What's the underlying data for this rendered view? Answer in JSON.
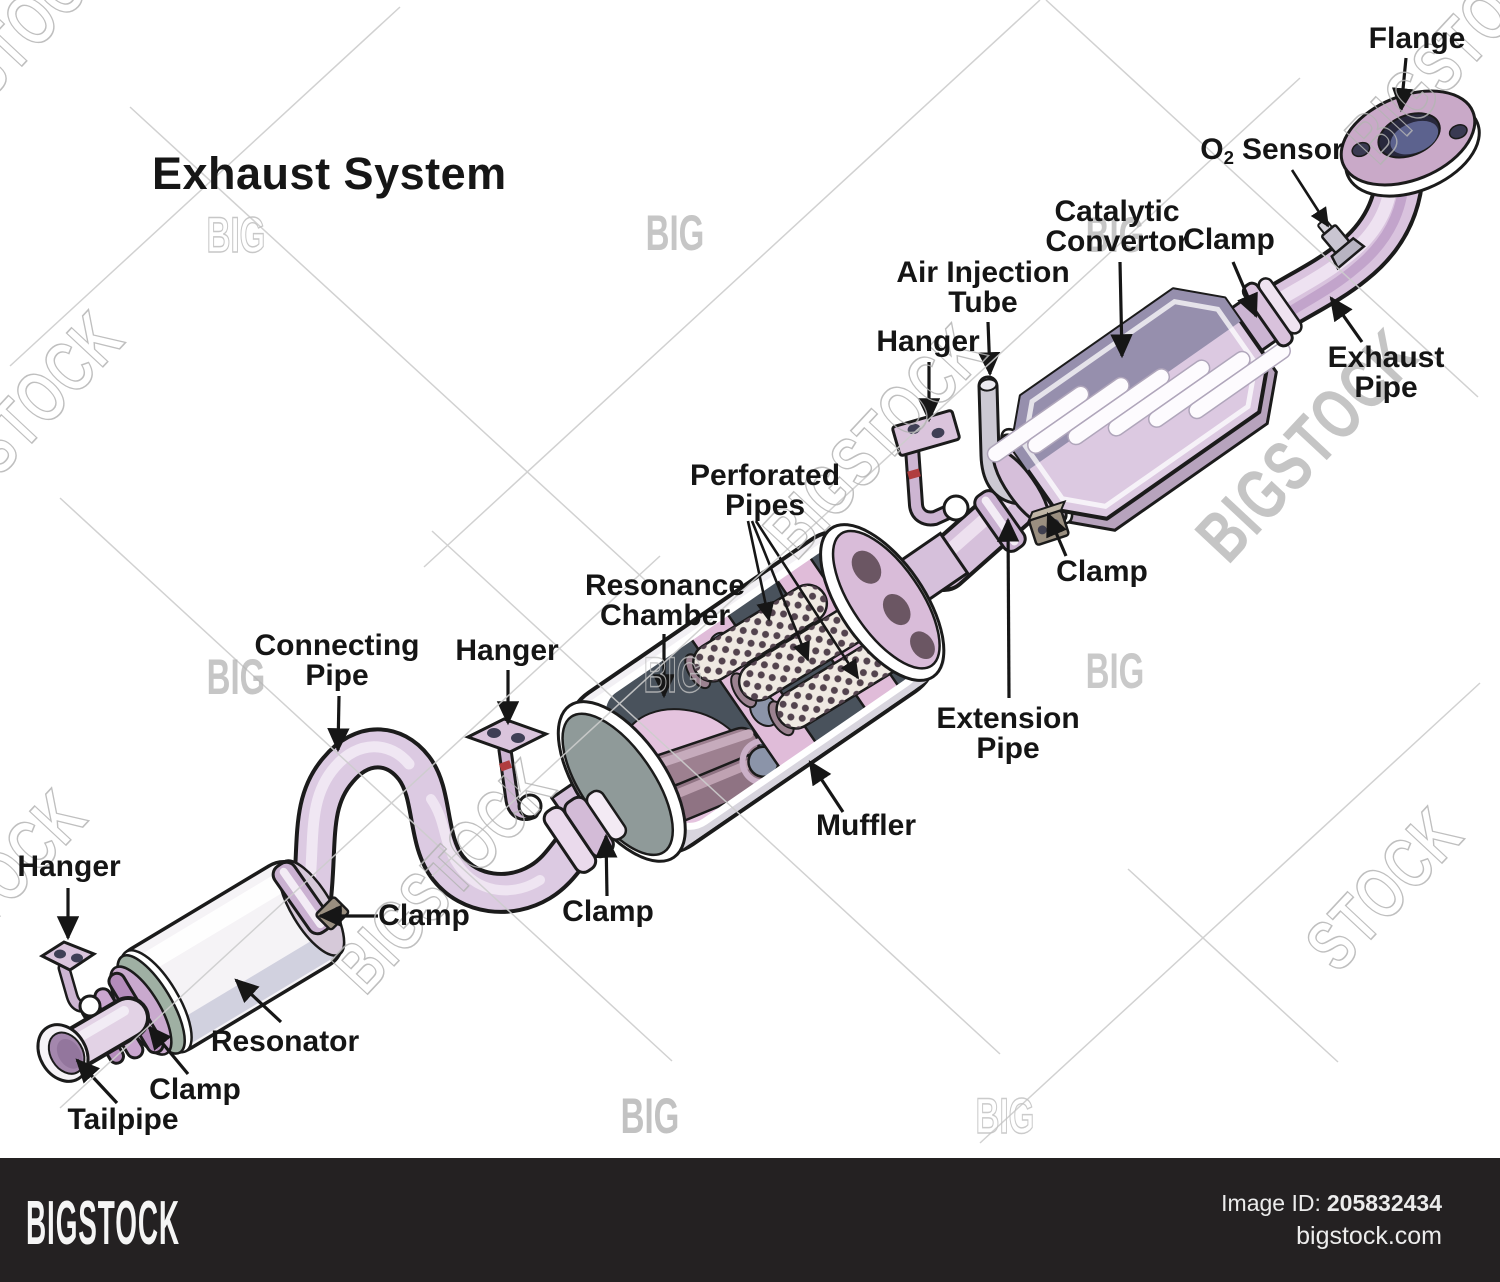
{
  "title": "Exhaust System",
  "labels": {
    "flange": {
      "text": "Flange"
    },
    "o2_sensor": {
      "base": "O",
      "sub": "2",
      "rest": "Sensor"
    },
    "catalytic_convertor": {
      "line1": "Catalytic",
      "line2": "Convertor"
    },
    "clamp_catalytic": {
      "text": "Clamp"
    },
    "exhaust_pipe": {
      "line1": "Exhaust",
      "line2": "Pipe"
    },
    "air_injection_tube": {
      "line1": "Air Injection",
      "line2": "Tube"
    },
    "hanger_right": {
      "text": "Hanger"
    },
    "perforated_pipes": {
      "line1": "Perforated",
      "line2": "Pipes"
    },
    "resonance_chamber": {
      "line1": "Resonance",
      "line2": "Chamber"
    },
    "extension_pipe": {
      "line1": "Extension",
      "line2": "Pipe"
    },
    "clamp_extension": {
      "text": "Clamp"
    },
    "muffler": {
      "text": "Muffler"
    },
    "connecting_pipe": {
      "line1": "Connecting",
      "line2": "Pipe"
    },
    "hanger_middle": {
      "text": "Hanger"
    },
    "clamp_muffler_inlet": {
      "text": "Clamp"
    },
    "clamp_resonator": {
      "text": "Clamp"
    },
    "hanger_left": {
      "text": "Hanger"
    },
    "resonator": {
      "text": "Resonator"
    },
    "clamp_tailpipe": {
      "text": "Clamp"
    },
    "tailpipe": {
      "text": "Tailpipe"
    }
  },
  "watermarks": {
    "big": "BIG",
    "stock": "STOCK",
    "bigstock": "BIGSTOCK"
  },
  "footer": {
    "brand": "BIGSTOCK",
    "image_id_label": "Image ID:",
    "image_id": "205832434",
    "website": "bigstock.com"
  },
  "colors": {
    "pipe": "#dcc6e0",
    "pipe_shade": "#bfa3c9",
    "outline": "#1b1b1b",
    "muffler_interior": "#49525c",
    "baffle_pink": "#e0bcd9",
    "footer_bg": "#242122",
    "watermark_gray": "#b4b4b4"
  }
}
